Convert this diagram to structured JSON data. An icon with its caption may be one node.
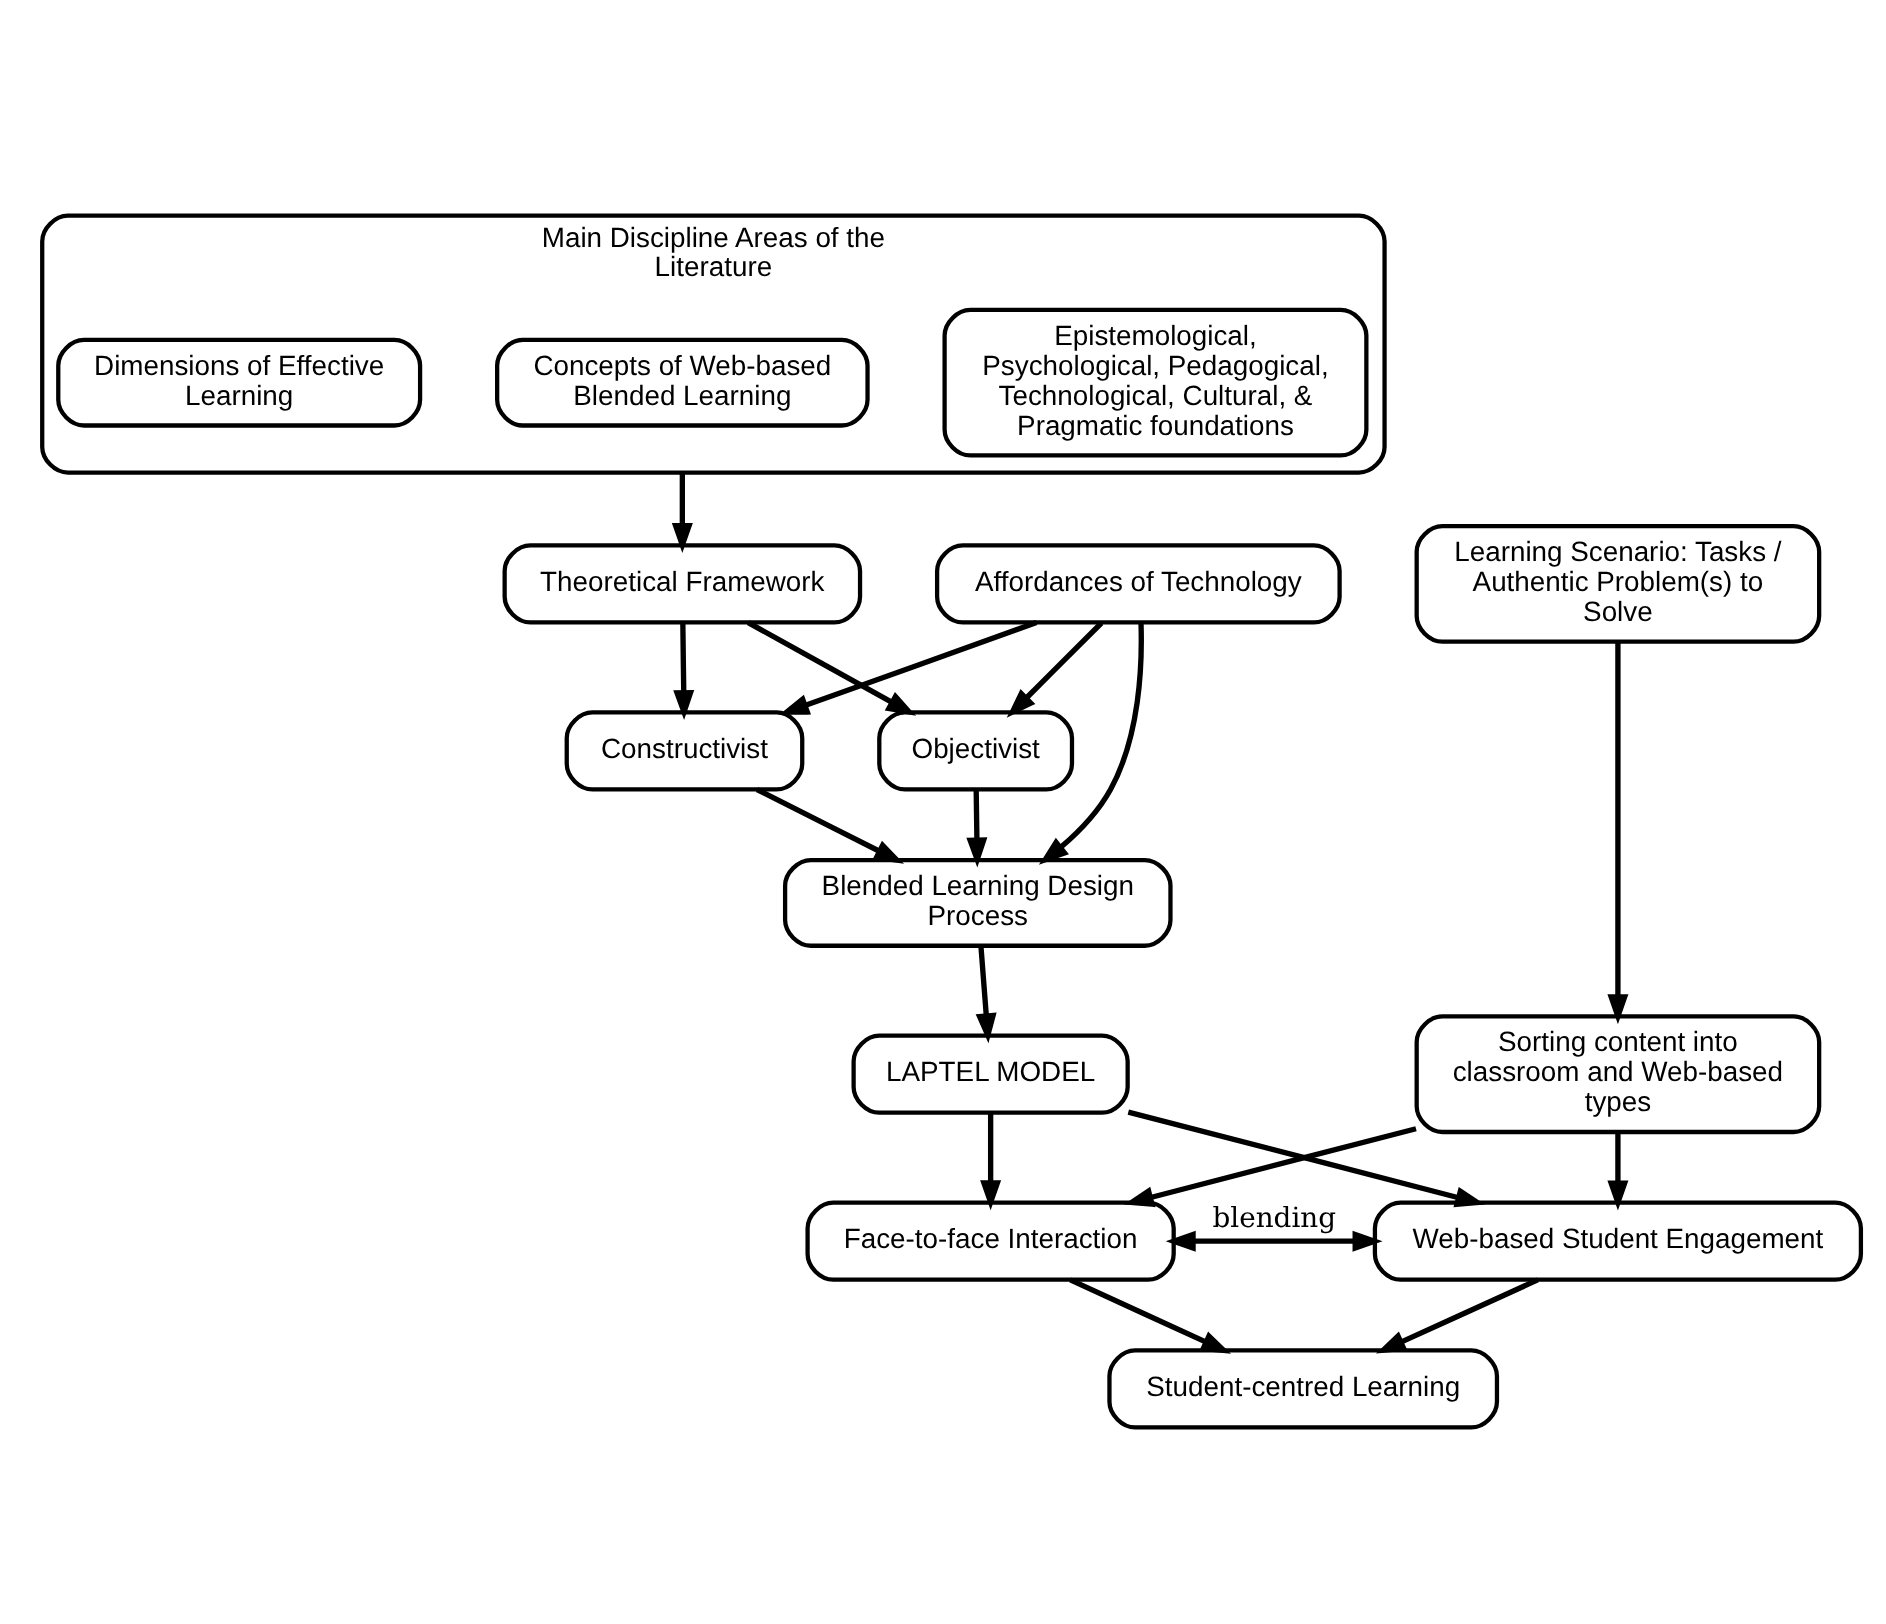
{
  "diagram": {
    "nodes": [
      {
        "text": [
          "Main Discipline Areas of the Literature"
        ]
      },
      {
        "text": [
          "Epistemological, Psychological, Pedagogical, Technological, Cultural, & Pragmatic foundations"
        ],
        "in": 0
      },
      {
        "text": [
          "Concepts of Web-based Blended Learning"
        ],
        "in": 0
      },
      {
        "text": [
          "Dimensions of Effective Learning"
        ],
        "in": 0
      },
      {
        "text": [
          "Theoretical Framework"
        ]
      },
      {
        "text": [
          "Objectivist"
        ]
      },
      {
        "text": [
          "Constructivist"
        ]
      },
      {
        "text": [
          "Affordances of Technology"
        ]
      },
      {
        "text": [
          "Blended Learning Design Process"
        ]
      },
      {
        "text": [
          "Learning Scenario: Tasks / Authentic Problem(s) to Solve"
        ]
      },
      {
        "text": [
          "LAPTEL MODEL"
        ]
      },
      {
        "text": [
          "Sorting content into classroom and Web-based types"
        ]
      },
      {
        "text": [
          "Face-to-face Interaction"
        ]
      },
      {
        "text": [
          "Web-based Student Engagement"
        ]
      },
      {
        "text": [
          "Student-centred Learning"
        ]
      }
    ],
    "edges": [
      {
        "from": 0,
        "to": 4,
        "arrow": "to"
      },
      {
        "from": 4,
        "to": 5,
        "arrow": "to"
      },
      {
        "from": 4,
        "to": 6,
        "arrow": "to"
      },
      {
        "from": 7,
        "to": 5,
        "arrow": "to"
      },
      {
        "from": 7,
        "to": 6,
        "arrow": "to"
      },
      {
        "from": 5,
        "to": 8,
        "arrow": "to"
      },
      {
        "from": 7,
        "to": 8,
        "arrow": "to"
      },
      {
        "from": 6,
        "to": 8,
        "arrow": "to"
      },
      {
        "from": 9,
        "to": 11,
        "arrow": "to"
      },
      {
        "from": 8,
        "to": 10,
        "arrow": "to"
      },
      {
        "from": 10,
        "to": 12,
        "arrow": "to"
      },
      {
        "from": 10,
        "to": 13,
        "arrow": "to"
      },
      {
        "from": 11,
        "to": 12,
        "arrow": "to"
      },
      {
        "from": 11,
        "to": 13,
        "arrow": "to"
      },
      {
        "from": 12,
        "to": 13,
        "arrow": "both",
        "label": "blending"
      },
      {
        "from": 12,
        "to": 14,
        "arrow": "to"
      },
      {
        "from": 13,
        "to": 14,
        "arrow": "to"
      }
    ]
  }
}
